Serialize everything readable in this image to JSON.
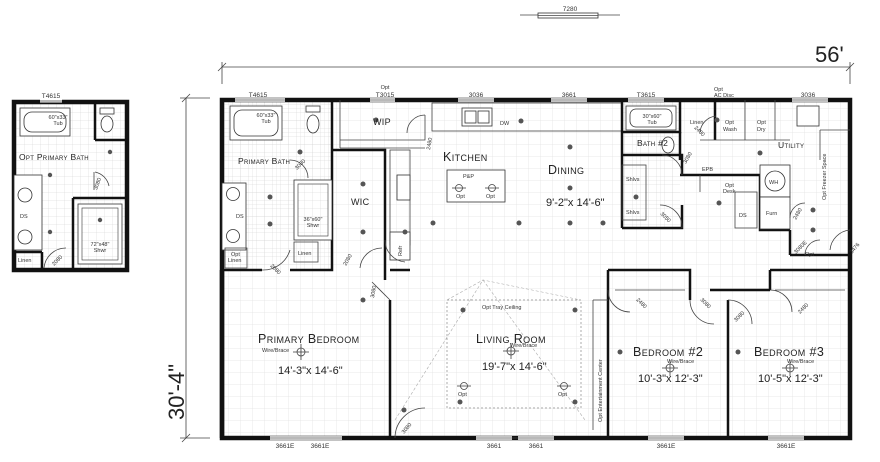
{
  "dimensions": {
    "top_small": "7280",
    "overall_width": "56'",
    "overall_depth": "30'-4\""
  },
  "windows": {
    "inset_t4615": "T4615",
    "t4615": "T4615",
    "opt": "Opt",
    "t3015": "T3015",
    "w3036_a": "3036",
    "w3661_a": "3661",
    "t3615": "T3615",
    "ac_disc": "AC Disc",
    "w3036_b": "3036",
    "b3661e_1": "3661E",
    "b3661_1": "3661",
    "b3661_2": "3661",
    "b3661e_2": "3661E",
    "b3661e_3": "3661E"
  },
  "inset": {
    "tub": "60\"x33\"\nTub",
    "room": "Opt Primary Bath",
    "door_3080": "3080",
    "ds": "DS",
    "linen": "Linen",
    "door_2080": "2080",
    "shower": "72\"x48\"\nShwr"
  },
  "rooms": {
    "primary_bath": {
      "name": "Primary Bath",
      "tub": "60\"x33\"\nTub",
      "ds": "DS",
      "opt_linen": "Opt\nLinen",
      "shower": "36\"x60\"\nShwr",
      "linen": "Linen",
      "door_3080": "3080",
      "door_2080a": "2080",
      "door_2080b": "2080"
    },
    "wip": "WIP",
    "wic": "WIC",
    "kitchen": {
      "name": "Kitchen",
      "door_2480": "2480",
      "dw": "DW",
      "pp": "P&P",
      "opt_l": "Opt",
      "opt_r": "Opt",
      "refr": "Refr"
    },
    "dining": {
      "name": "Dining",
      "size": "9'-2\"x 14'-6\""
    },
    "bath2": {
      "name": "Bath #2",
      "tub": "30\"x60\"\nTub",
      "shlvs_a": "Shlvs",
      "shlvs_b": "Shlvs",
      "door_3080": "3080",
      "door_3050": "3050"
    },
    "utility": {
      "name": "Utility",
      "linen": "Linen",
      "wash": "Opt\nWash",
      "dry": "Opt\nDry",
      "door_2480": "2480",
      "opt_desk": "Opt\nDesk",
      "epb": "EPB",
      "ds": "DS",
      "wh": "WH",
      "furn": "Furn",
      "freezer": "Opt\nFreezer\nSpace",
      "door_2480b": "2480",
      "door_3080e": "3080E\nOpt",
      "door_3476": "3476"
    },
    "primary_bedroom": {
      "name": "Primary Bedroom",
      "wire": "Wire/Brace",
      "size": "14'-3\"x 14'-6\"",
      "door_3080": "3080"
    },
    "living_room": {
      "name": "Living Room",
      "wire": "Wire/Brace",
      "size": "19'-7\"x 14'-6\"",
      "tray": "Opt Tray Ceiling",
      "opt_l": "Opt",
      "opt_r": "Opt",
      "ent": "Opt Entertainment Center",
      "door_3080": "3080"
    },
    "bedroom2": {
      "name": "Bedroom #2",
      "wire": "Wire/Brace",
      "size": "10'-3\"x 12'-3\"",
      "door_2480": "2480",
      "door_3080": "3080"
    },
    "bedroom3": {
      "name": "Bedroom #3",
      "wire": "Wire/Brace",
      "size": "10'-5\"x 12'-3\"",
      "door_2480": "2480",
      "door_3080": "3080"
    }
  }
}
